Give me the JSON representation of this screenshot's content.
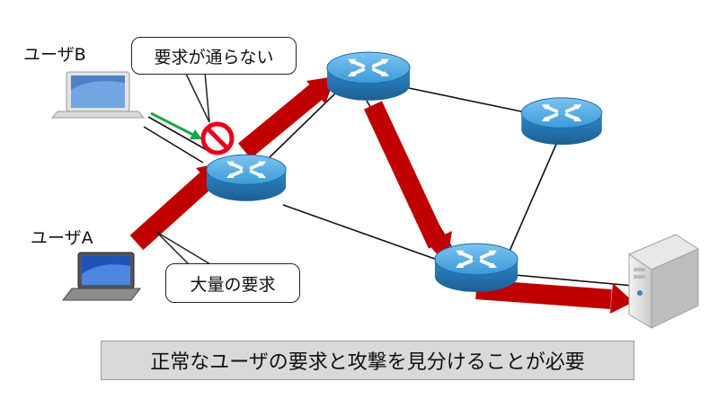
{
  "labels": {
    "user_b": "ユーザB",
    "user_a": "ユーザA"
  },
  "callouts": {
    "blocked": "要求が通らない",
    "flood": "大量の要求"
  },
  "caption": "正常なユーザの要求と攻撃を見分けることが必要",
  "colors": {
    "attack_arrow": "#c00000",
    "user_arrow": "#1aa64a",
    "router": "#2e8fd0",
    "block_sign": "#e8001c"
  },
  "icons": [
    "laptop-icon",
    "router-icon",
    "server-icon",
    "no-entry-icon"
  ]
}
